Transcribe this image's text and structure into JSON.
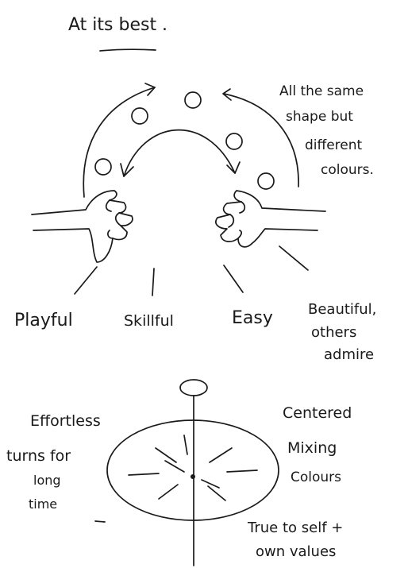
{
  "title": "At its best .",
  "note_right_top": [
    "All the same",
    "shape but",
    "different",
    "colours."
  ],
  "traits": [
    "Playful",
    "Skillful",
    "Easy"
  ],
  "trait_beautiful": [
    "Beautiful,",
    "others",
    "admire"
  ],
  "left_bottom": [
    "Effortless",
    "turns for",
    "long",
    "time"
  ],
  "right_bottom_1": [
    "Centered",
    "Mixing",
    "Colours"
  ],
  "right_bottom_2": [
    "True to self +",
    "own values"
  ]
}
